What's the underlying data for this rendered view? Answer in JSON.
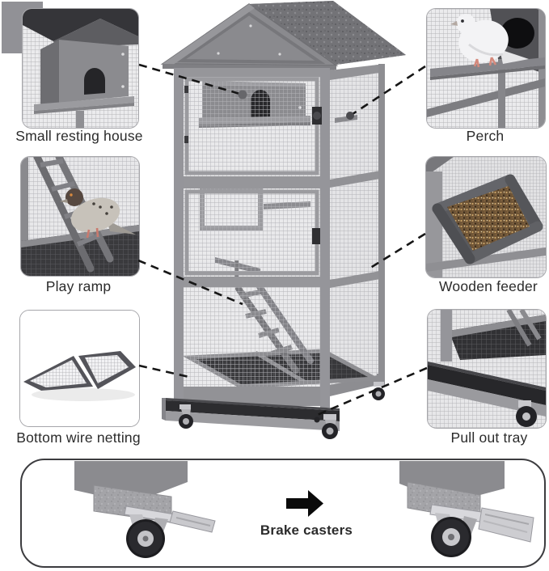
{
  "page": {
    "type": "product-feature-diagram",
    "background": "#ffffff"
  },
  "features": [
    {
      "id": "small-resting-house",
      "label": "Small resting house",
      "position": "top-left"
    },
    {
      "id": "perch",
      "label": "Perch",
      "position": "top-right"
    },
    {
      "id": "play-ramp",
      "label": "Play ramp",
      "position": "middle-left"
    },
    {
      "id": "wooden-feeder",
      "label": "Wooden feeder",
      "position": "middle-right"
    },
    {
      "id": "bottom-wire-netting",
      "label": "Bottom wire netting",
      "position": "bottom-left"
    },
    {
      "id": "pull-out-tray",
      "label": "Pull out tray",
      "position": "bottom-right"
    }
  ],
  "bottom_panel": {
    "label": "Brake casters",
    "icon": "arrow-right-icon"
  },
  "colors": {
    "text": "#2b2b2b",
    "cage_grey": "#929296",
    "mesh_light": "#e9e9eb",
    "dark_interior": "#2b2b2e",
    "seed_brown": "#6e5436",
    "connector_line": "#161616",
    "card_border": "#a6a6aa",
    "panel_border": "#3c3c3f"
  }
}
